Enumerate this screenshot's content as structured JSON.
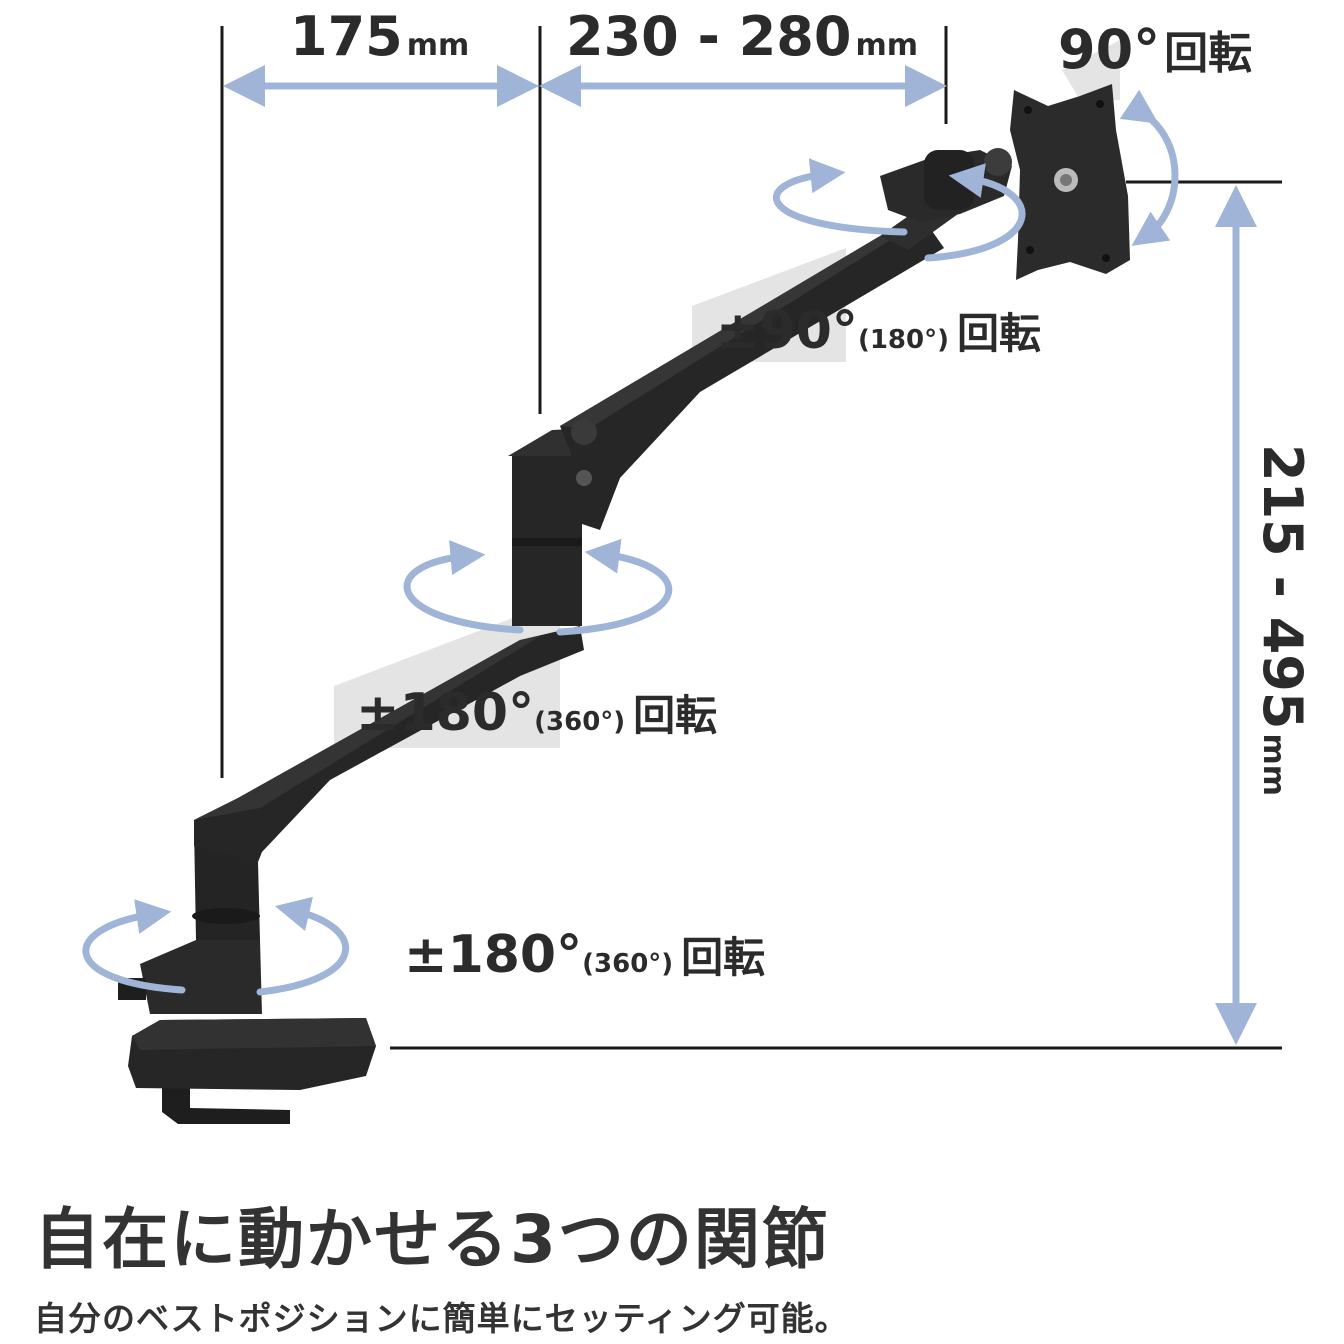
{
  "colors": {
    "arm": "#262626",
    "arm_highlight": "#3a3a3a",
    "arrow": "#9fb4d6",
    "line": "#1a1a1a",
    "label_band": "#e4e4e4",
    "text": "#2b2b2b"
  },
  "dimensions": {
    "reach_lower": {
      "value": "175",
      "unit": "mm"
    },
    "reach_upper": {
      "value": "230 - 280",
      "unit": "mm"
    },
    "height": {
      "value": "215 - 495",
      "unit": "mm"
    }
  },
  "rotations": {
    "monitor_tilt": {
      "value": "90°",
      "text": "回転"
    },
    "head": {
      "value": "±90°",
      "range": "(180°)",
      "text": "回転"
    },
    "elbow": {
      "value": "±180°",
      "range": "(360°)",
      "text": "回転"
    },
    "base": {
      "value": "±180°",
      "range": "(360°)",
      "text": "回転"
    }
  },
  "captions": {
    "title": "自在に動かせる3つの関節",
    "subtitle": "自分のベストポジションに簡単にセッティング可能。"
  }
}
